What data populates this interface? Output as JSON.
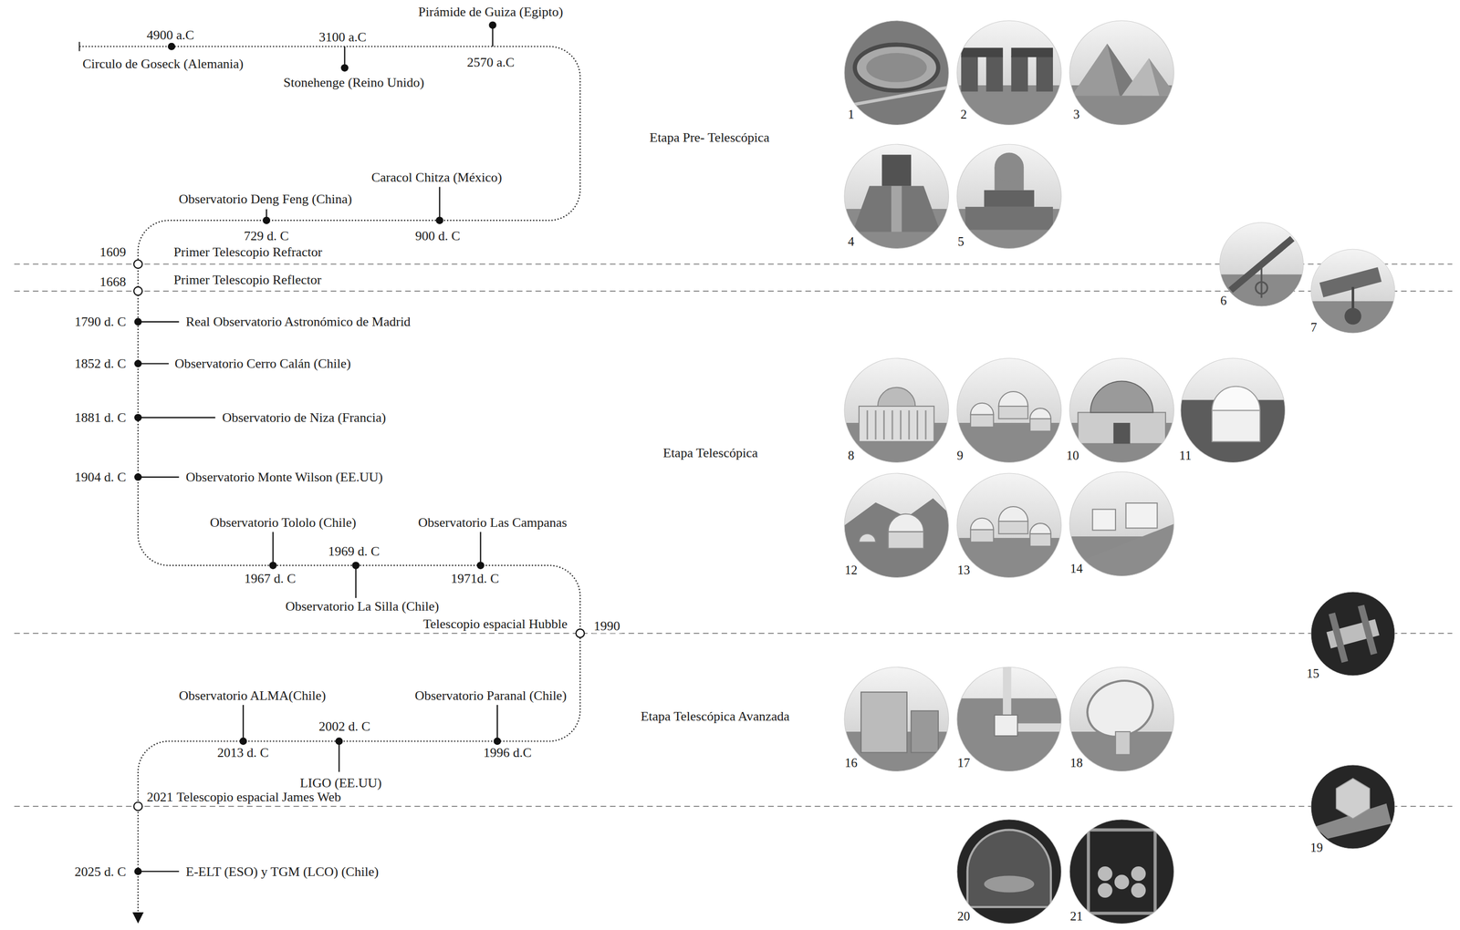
{
  "diagram": {
    "nodes": [
      {
        "text": [
          "1"
        ]
      },
      {
        "text": [
          "2"
        ]
      },
      {
        "text": [
          "3"
        ]
      },
      {
        "text": [
          "4"
        ]
      },
      {
        "text": [
          "5"
        ]
      },
      {
        "text": [
          "6"
        ]
      },
      {
        "text": [
          "7"
        ]
      },
      {
        "text": [
          "8"
        ]
      },
      {
        "text": [
          "9"
        ]
      },
      {
        "text": [
          "10"
        ]
      },
      {
        "text": [
          "11"
        ]
      },
      {
        "text": [
          "12"
        ]
      },
      {
        "text": [
          "13"
        ]
      },
      {
        "text": [
          "14"
        ]
      },
      {
        "text": [
          "15"
        ]
      },
      {
        "text": [
          "16"
        ]
      },
      {
        "text": [
          "17"
        ]
      },
      {
        "text": [
          "18"
        ]
      },
      {
        "text": [
          "19"
        ]
      },
      {
        "text": [
          "20"
        ]
      },
      {
        "text": [
          "21"
        ]
      }
    ],
    "labels": [
      "4900 a.C",
      "3100 a.C",
      "Pirámide de Guiza (Egipto)",
      "Circulo de Goseck (Alemania)",
      "Stonehenge (Reino Unido)",
      "2570 a.C",
      "Etapa Pre- Telescópica",
      "Caracol Chitza (México)",
      "Observatorio Deng Feng (China)",
      "729 d. C",
      "900 d. C",
      "1609",
      "Primer Telescopio Refractor",
      "1668",
      "Primer Telescopio Reflector",
      "1790 d. C",
      "Real Observatorio Astronómico de Madrid",
      "1852 d. C",
      "Observatorio Cerro Calán (Chile)",
      "1881 d. C",
      "Observatorio de Niza (Francia)",
      "Etapa Telescópica",
      "1904 d. C",
      "Observatorio Monte Wilson (EE.UU)",
      "Observatorio Tololo (Chile)",
      "1969 d. C",
      "Observatorio Las Campanas",
      "1967 d. C",
      "1971d. C",
      "Observatorio La Silla (Chile)",
      "Telescopio espacial Hubble",
      "1990",
      "Observatorio ALMA(Chile)",
      "2002 d. C",
      "Observatorio Paranal (Chile)",
      "Etapa Telescópica Avanzada",
      "2013 d. C",
      "1996 d.C",
      "LIGO (EE.UU)",
      "2021",
      "Telescopio espacial James Web",
      "2025 d. C",
      "E-ELT (ESO) y TGM (LCO) (Chile)"
    ]
  }
}
